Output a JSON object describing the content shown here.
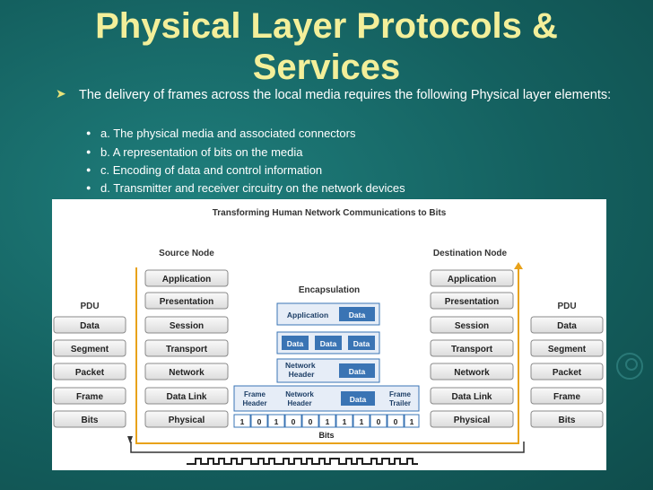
{
  "slide": {
    "title_line1": "Physical Layer Protocols &",
    "title_line2": "Services",
    "bullet": "The delivery of frames across the local media requires the following Physical layer elements:",
    "sub_items": [
      "a. The physical media and associated connectors",
      "b. A representation of bits on the media",
      "c. Encoding of data and control information",
      "d. Transmitter and receiver circuitry on the network devices"
    ]
  },
  "figure": {
    "title": "Transforming Human Network Communications to Bits",
    "source_label": "Source Node",
    "destination_label": "Destination Node",
    "encapsulation_label": "Encapsulation",
    "pdu_label": "PDU",
    "layers": [
      "Application",
      "Presentation",
      "Session",
      "Transport",
      "Network",
      "Data Link",
      "Physical"
    ],
    "pdu_items": [
      "Data",
      "Segment",
      "Packet",
      "Frame",
      "Bits"
    ],
    "encap": {
      "row1": [
        "Application",
        "Data"
      ],
      "row2": [
        "Data",
        "Data",
        "Data"
      ],
      "row3_header": "Network Header",
      "row3_data": "Data",
      "row4_frame_header": "Frame Header",
      "row4_network_header": "Network Header",
      "row4_data": "Data",
      "row4_frame_trailer": "Frame Trailer",
      "bits": [
        "1",
        "0",
        "1",
        "0",
        "0",
        "1",
        "1",
        "1",
        "0",
        "0",
        "1"
      ],
      "bits_label": "Bits"
    },
    "colors": {
      "box_border": "#8a8a8a",
      "box_fill": "#eeeeee",
      "encap_blue": "#3a74b4",
      "encap_light": "#e6edf7",
      "arrow": "#e8a21a"
    }
  }
}
